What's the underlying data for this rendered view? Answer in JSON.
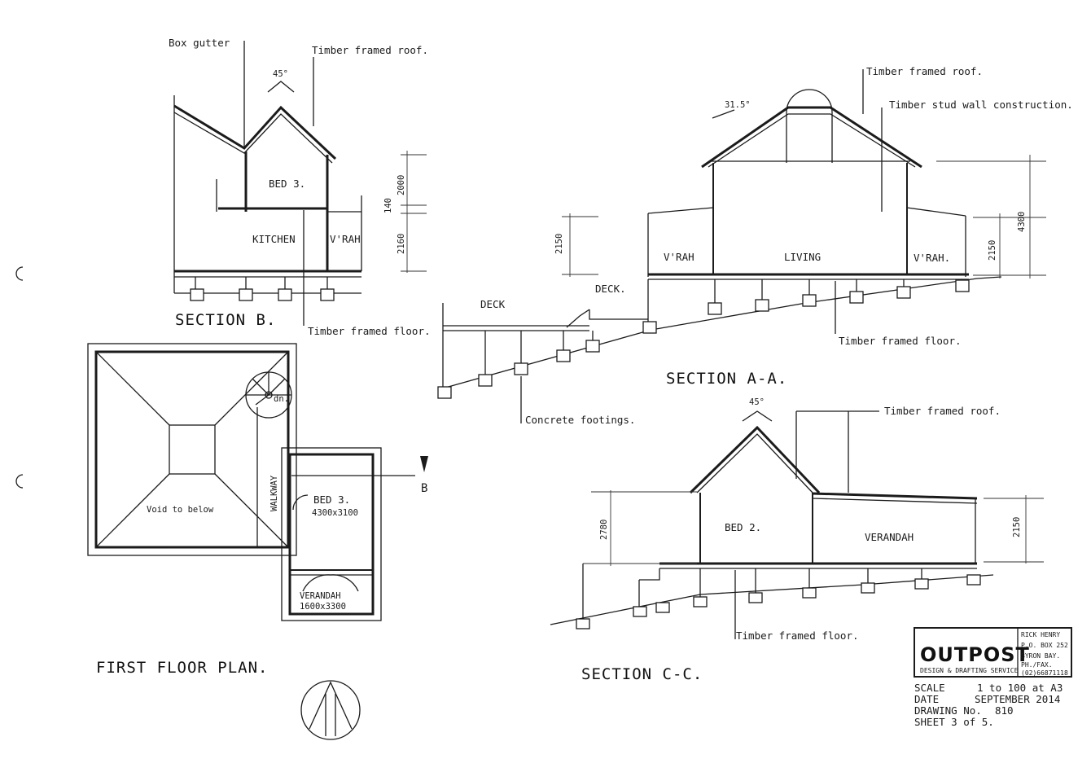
{
  "labels": {
    "box_gutter": "Box gutter",
    "roof_b": "Timber framed roof.",
    "angle_b": "45°",
    "bed3_b": "BED 3.",
    "kitchen": "KITCHEN",
    "vrah_b": "V'RAH",
    "floor_b": "Timber framed floor.",
    "section_b": "SECTION B.",
    "dim_2000": "2000",
    "dim_140": "140",
    "dim_2160": "2160",
    "roof_a": "Timber framed roof.",
    "stud_wall": "Timber stud wall construction.",
    "angle_a": "31.5°",
    "dim_2150_left": "2150",
    "vrah_a_left": "V'RAH",
    "living": "LIVING",
    "vrah_a_right": "V'RAH.",
    "dim_2150_right": "2150",
    "dim_4300": "4300",
    "deck_left": "DECK",
    "deck_right": "DECK.",
    "floor_a": "Timber framed floor.",
    "footings": "Concrete footings.",
    "section_a": "SECTION A-A.",
    "void": "Void to below",
    "walkway": "WALKWAY",
    "dn": "dn.",
    "bed3_plan": "BED 3.",
    "bed3_size": "4300x3100",
    "verandah_plan": "VERANDAH",
    "verandah_size": "1600x3300",
    "marker_b": "B",
    "first_floor": "FIRST FLOOR PLAN.",
    "angle_c": "45°",
    "roof_c": "Timber framed roof.",
    "dim_2780": "2780",
    "bed2": "BED 2.",
    "verandah_c": "VERANDAH",
    "dim_2150_c": "2150",
    "floor_c": "Timber framed floor.",
    "section_c": "SECTION C-C."
  },
  "title_block": {
    "logo": "OUTPOST",
    "company": "DESIGN & DRAFTING SERVICE",
    "name": "RICK HENRY",
    "po_box": "P.O. BOX 252",
    "town": "BYRON BAY.",
    "ph_label": "PH./FAX.",
    "phone": "(02)66871118",
    "scale_label": "SCALE",
    "scale_value": "1 to 100 at A3",
    "date_label": "DATE",
    "date_value": "SEPTEMBER 2014",
    "drawing_label": "DRAWING No.",
    "drawing_value": "810",
    "sheet": "SHEET 3 of 5."
  }
}
